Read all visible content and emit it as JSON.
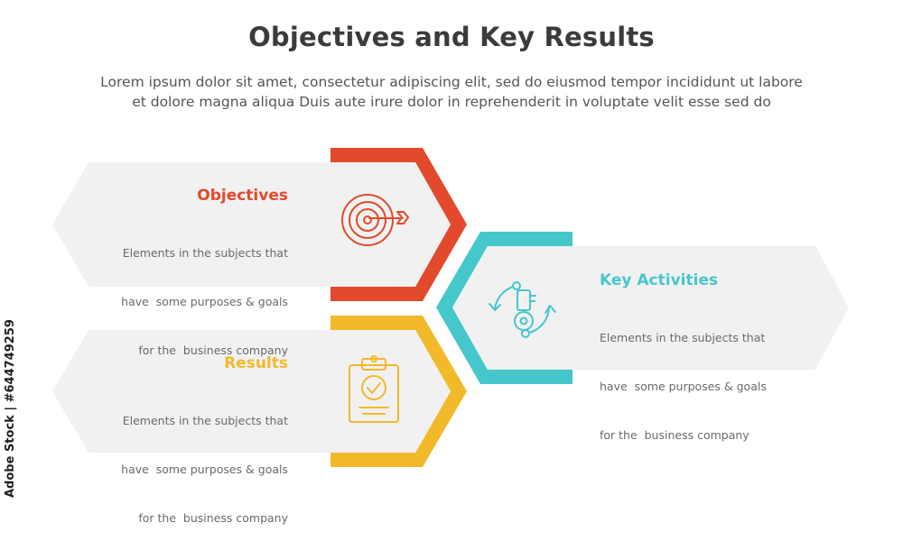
{
  "title": "Objectives and Key Results",
  "subtitle": {
    "line1": "Lorem ipsum dolor sit amet, consectetur adipiscing elit, sed do eiusmod tempor incididunt ut labore",
    "line2": "et dolore magna aliqua Duis aute irure dolor in reprehenderit in voluptate velit esse sed do"
  },
  "colors": {
    "objectives": "#e24a2b",
    "key_activities": "#45c7cc",
    "results": "#f2b92a",
    "panel": "#f1f1f1"
  },
  "blocks": {
    "objectives": {
      "title": "Objectives",
      "icon": "target-arrow-icon",
      "desc": [
        "Elements in the subjects that",
        "have  some purposes & goals",
        "for the  business company"
      ]
    },
    "key_activities": {
      "title": "Key Activities",
      "icon": "key-cycle-icon",
      "desc": [
        "Elements in the subjects that",
        "have  some purposes & goals",
        "for the  business company"
      ]
    },
    "results": {
      "title": "Results",
      "icon": "clipboard-check-icon",
      "desc": [
        "Elements in the subjects that",
        "have  some purposes & goals",
        "for the  business company"
      ]
    }
  },
  "watermark": "Adobe Stock | #644749259"
}
